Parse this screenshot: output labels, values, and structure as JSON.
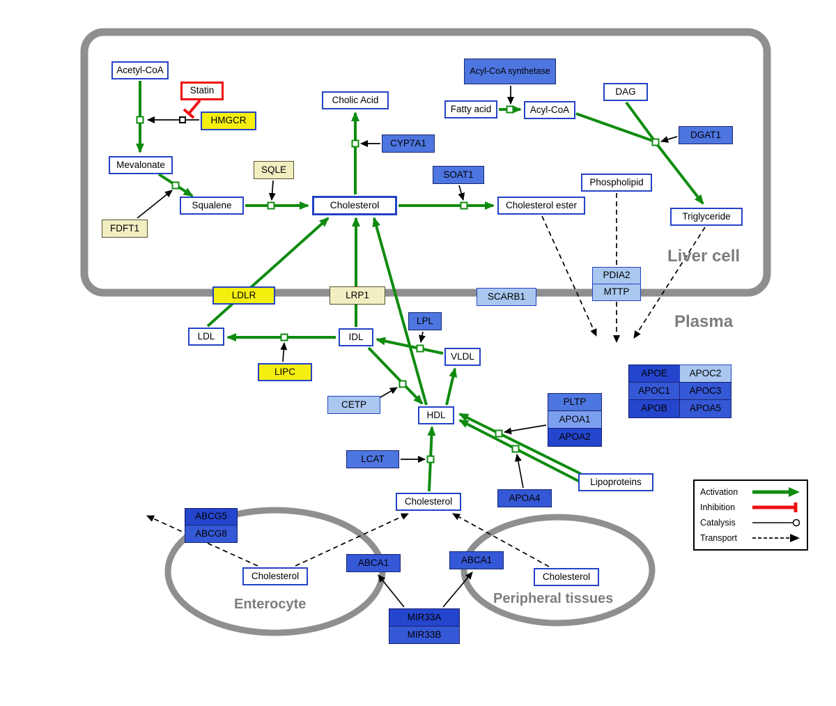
{
  "compartments": {
    "liver": "Liver cell",
    "plasma": "Plasma",
    "enterocyte": "Enterocyte",
    "peripheral": "Peripheral tissues"
  },
  "legend": {
    "activation": "Activation",
    "inhibition": "Inhibition",
    "catalysis": "Catalysis",
    "transport": "Transport"
  },
  "nodes": {
    "acetyl_coa": "Acetyl-CoA",
    "statin": "Statin",
    "hmgcr": "HMGCR",
    "mevalonate": "Mevalonate",
    "sqle": "SQLE",
    "fdft1": "FDFT1",
    "squalene": "Squalene",
    "cholesterol_liver": "Cholesterol",
    "cholic_acid": "Cholic Acid",
    "cyp7a1": "CYP7A1",
    "soat1": "SOAT1",
    "cholesterol_ester": "Cholesterol ester",
    "acyl_coa_synthetase": "Acyl-CoA synthetase",
    "fatty_acid": "Fatty acid",
    "acyl_coa": "Acyl-CoA",
    "dag": "DAG",
    "dgat1": "DGAT1",
    "phospholipid": "Phospholipid",
    "triglyceride": "Triglyceride",
    "pdia2": "PDIA2",
    "mttp": "MTTP",
    "ldlr": "LDLR",
    "lrp1": "LRP1",
    "scarb1": "SCARB1",
    "ldl": "LDL",
    "idl": "IDL",
    "lpl": "LPL",
    "vldl": "VLDL",
    "lipc": "LIPC",
    "cetp": "CETP",
    "hdl": "HDL",
    "pltp": "PLTP",
    "apoa1": "APOA1",
    "apoa2": "APOA2",
    "apoe": "APOE",
    "apoc2": "APOC2",
    "apoc1": "APOC1",
    "apoc3": "APOC3",
    "apob": "APOB",
    "apoa5": "APOA5",
    "lcat": "LCAT",
    "apoa4": "APOA4",
    "lipoproteins": "Lipoproteins",
    "cholesterol_plasma": "Cholesterol",
    "abcg5": "ABCG5",
    "abcg8": "ABCG8",
    "cholesterol_enterocyte": "Cholesterol",
    "abca1_enterocyte": "ABCA1",
    "abca1_peripheral": "ABCA1",
    "cholesterol_peripheral": "Cholesterol",
    "mir33a": "MIR33A",
    "mir33b": "MIR33B"
  },
  "colors": {
    "activation": "#0f8b0f",
    "inhibition": "#ee1111",
    "metabolite_border": "#2342c6",
    "gene_yellow": "#f5ef10",
    "gene_pale_yellow": "#f1eec2",
    "gene_blue_medium": "#4e76e0",
    "gene_blue_light": "#a9c7ef",
    "gene_blue_dark": "#2545cd",
    "compartment_gray": "#8f8f8f"
  }
}
